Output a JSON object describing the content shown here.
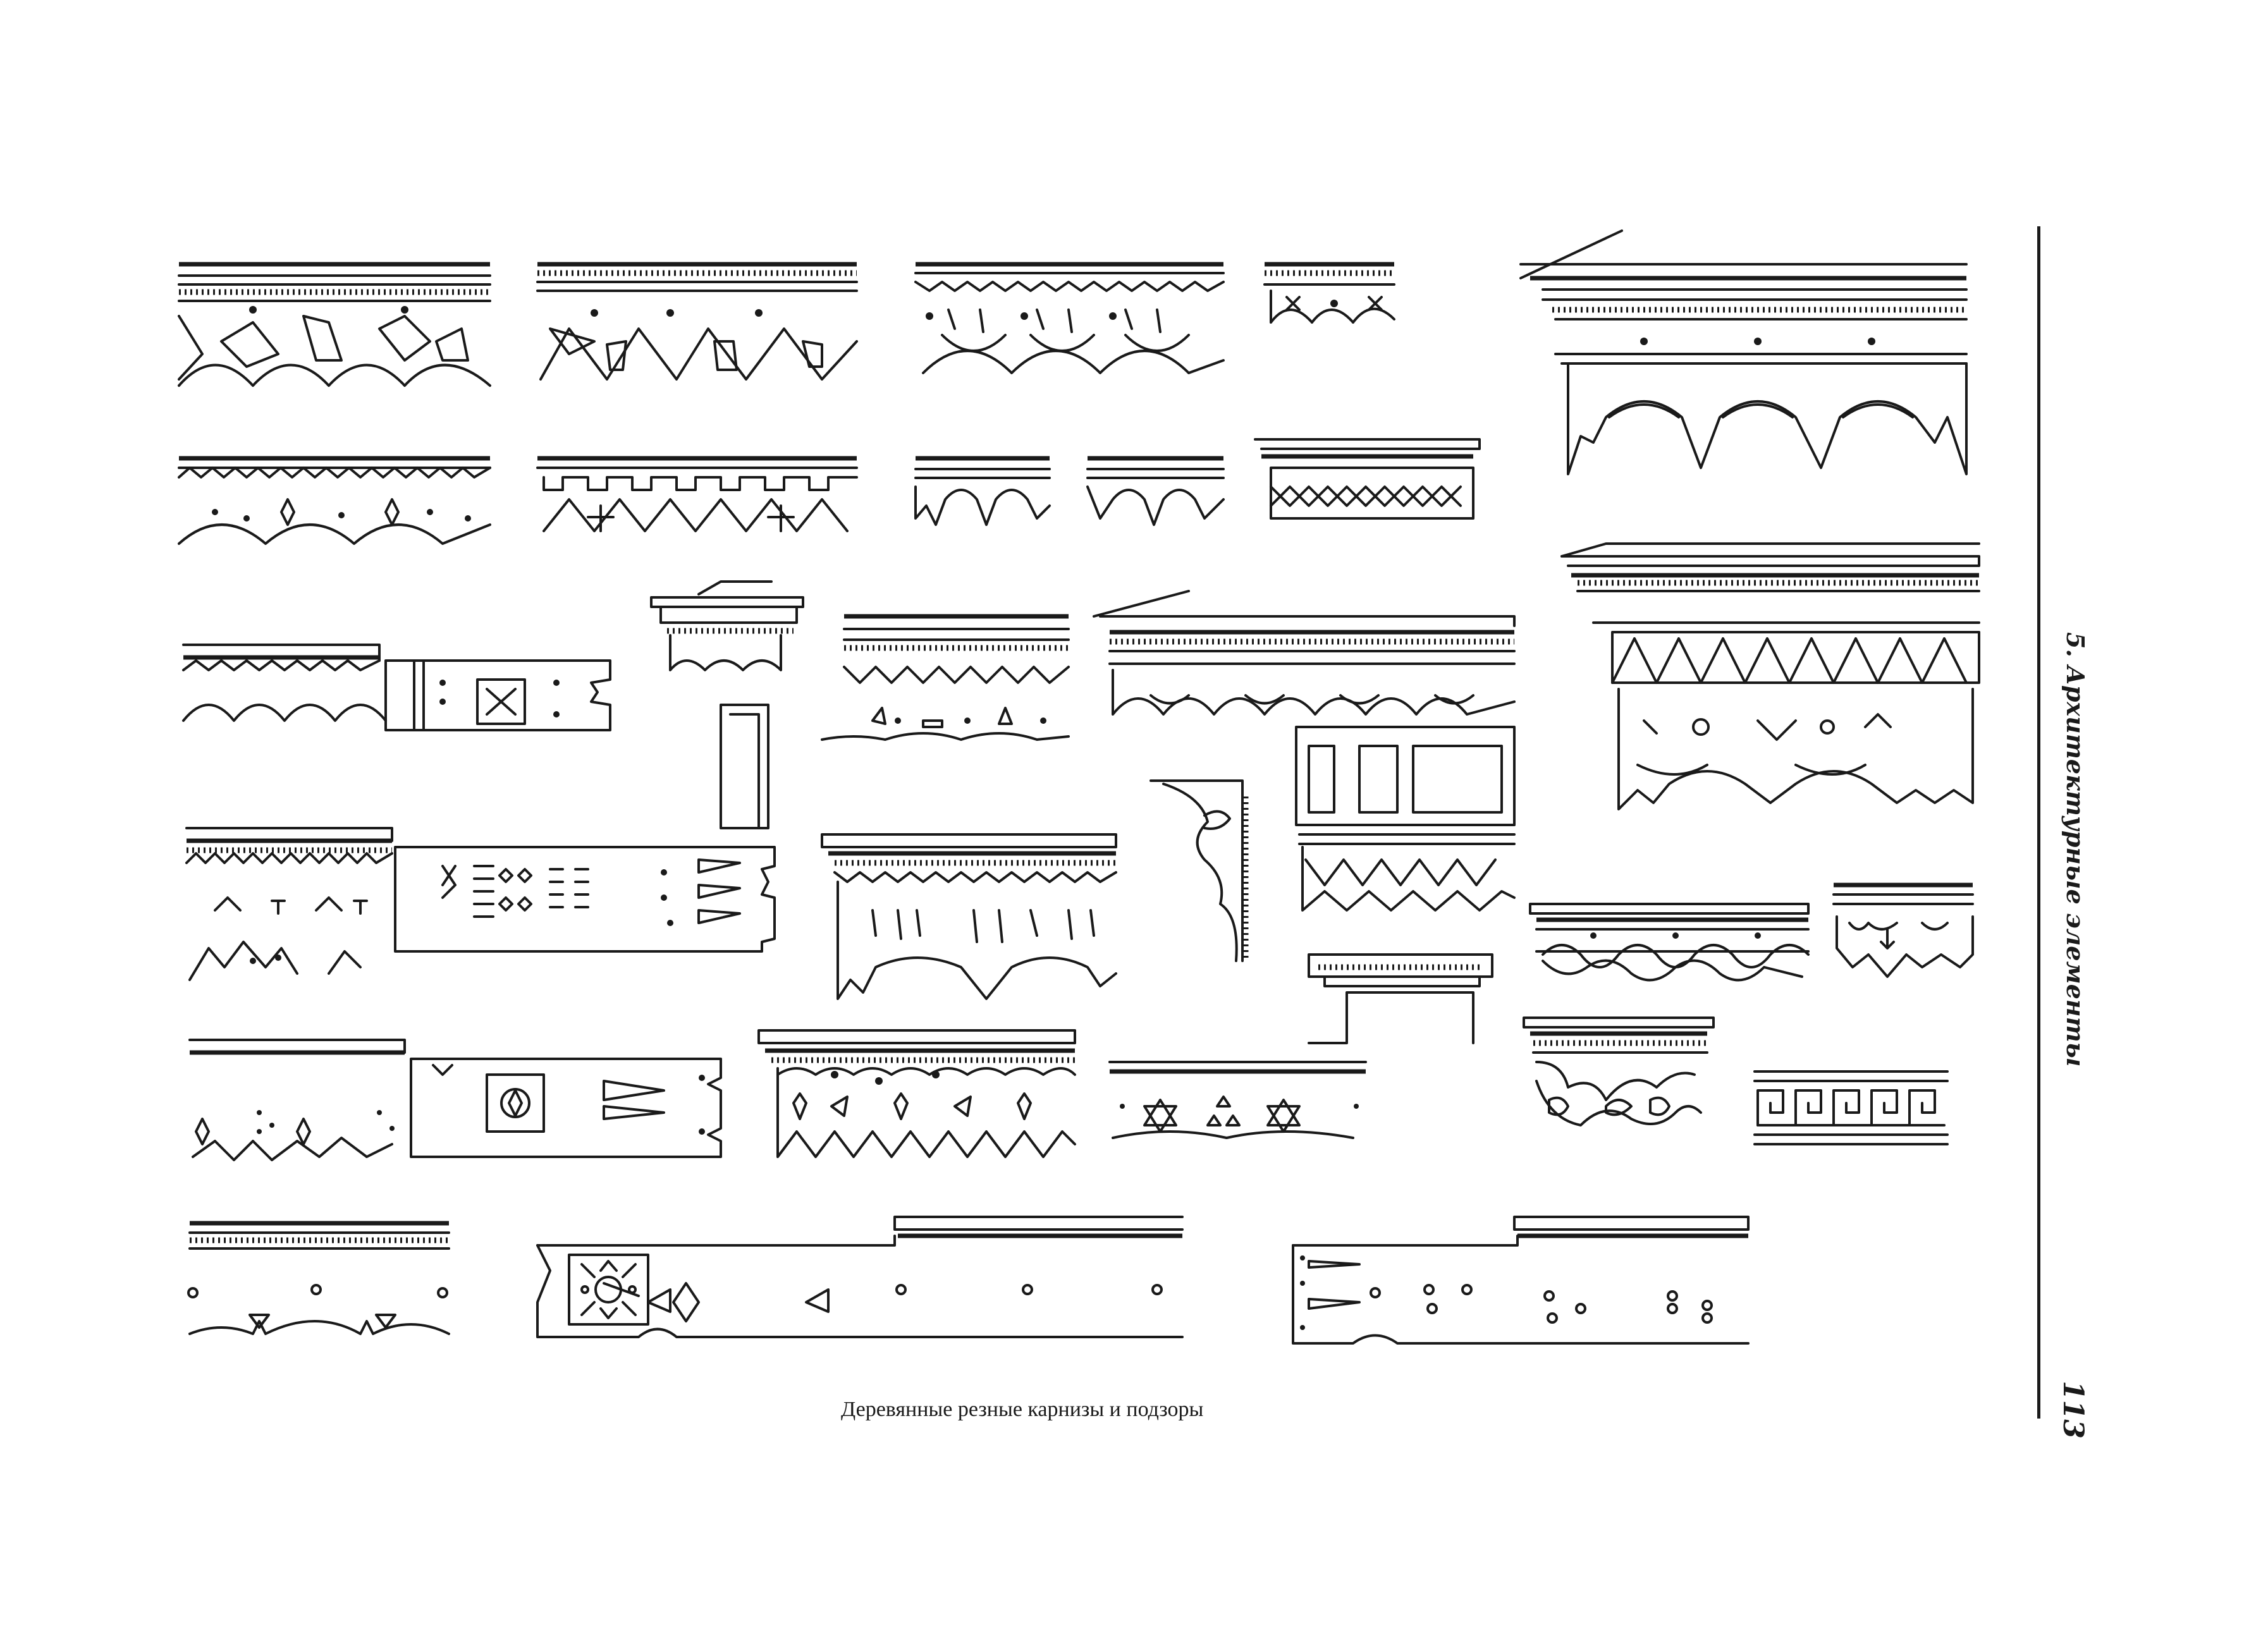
{
  "caption": "Деревянные резные карнизы и подзоры",
  "section_title": "5. Архитектурные элементы",
  "page_number": "113",
  "colors": {
    "ink": "#1a1a1a",
    "paper": "#ffffff"
  }
}
